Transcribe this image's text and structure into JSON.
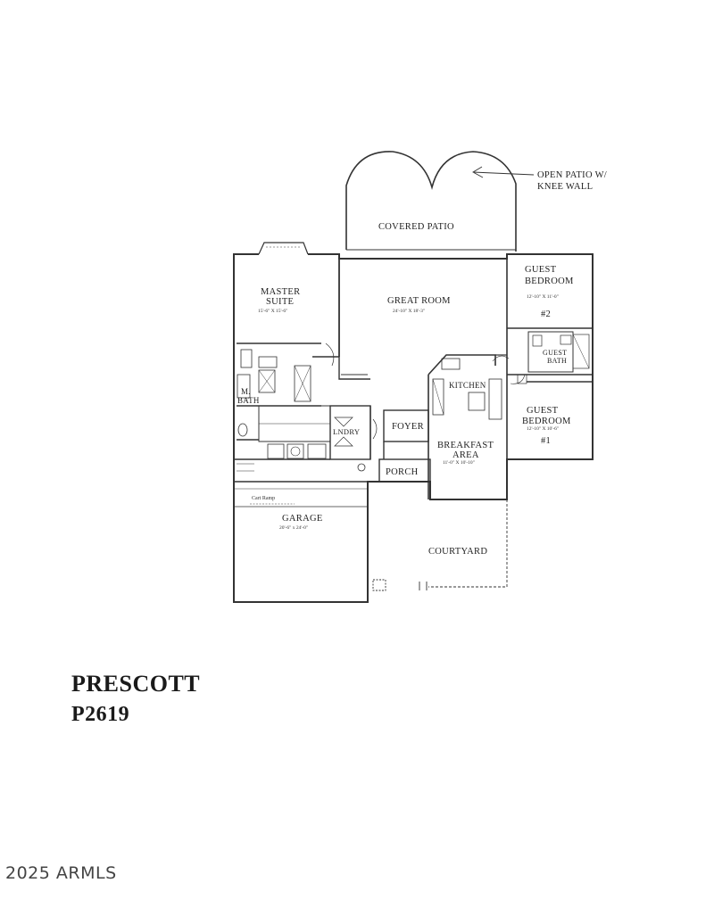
{
  "rooms": {
    "open_patio_line1": "OPEN PATIO W/",
    "open_patio_line2": "KNEE WALL",
    "covered_patio": "COVERED PATIO",
    "master_suite_line1": "MASTER",
    "master_suite_line2": "SUITE",
    "master_suite_dim": "15'-6\" X 15'-6\"",
    "great_room": "GREAT ROOM",
    "great_room_dim": "24'-10\" X 18'-3\"",
    "guest_bedroom2_line1": "GUEST",
    "guest_bedroom2_line2": "BEDROOM",
    "guest_bedroom2_dim": "12'-10\" X 11'-0\"",
    "guest_bedroom2_num": "#2",
    "guest_bath_line1": "GUEST",
    "guest_bath_line2": "BATH",
    "m_bath_line1": "M.",
    "m_bath_line2": "BATH",
    "kitchen": "KITCHEN",
    "laundry": "LNDRY",
    "foyer": "FOYER",
    "breakfast_line1": "BREAKFAST",
    "breakfast_line2": "AREA",
    "breakfast_dim": "11'-0\" X 10'-10\"",
    "guest_bedroom1_line1": "GUEST",
    "guest_bedroom1_line2": "BEDROOM",
    "guest_bedroom1_dim": "12'-10\" X 10'-6\"",
    "guest_bedroom1_num": "#1",
    "porch": "PORCH",
    "cart_ramp": "Cart Ramp",
    "garage": "GARAGE",
    "garage_dim": "20'-6\" x 24'-0\"",
    "courtyard": "COURTYARD"
  },
  "plan_name": "PRESCOTT",
  "plan_code": "P2619",
  "copyright": "2025 ARMLS"
}
